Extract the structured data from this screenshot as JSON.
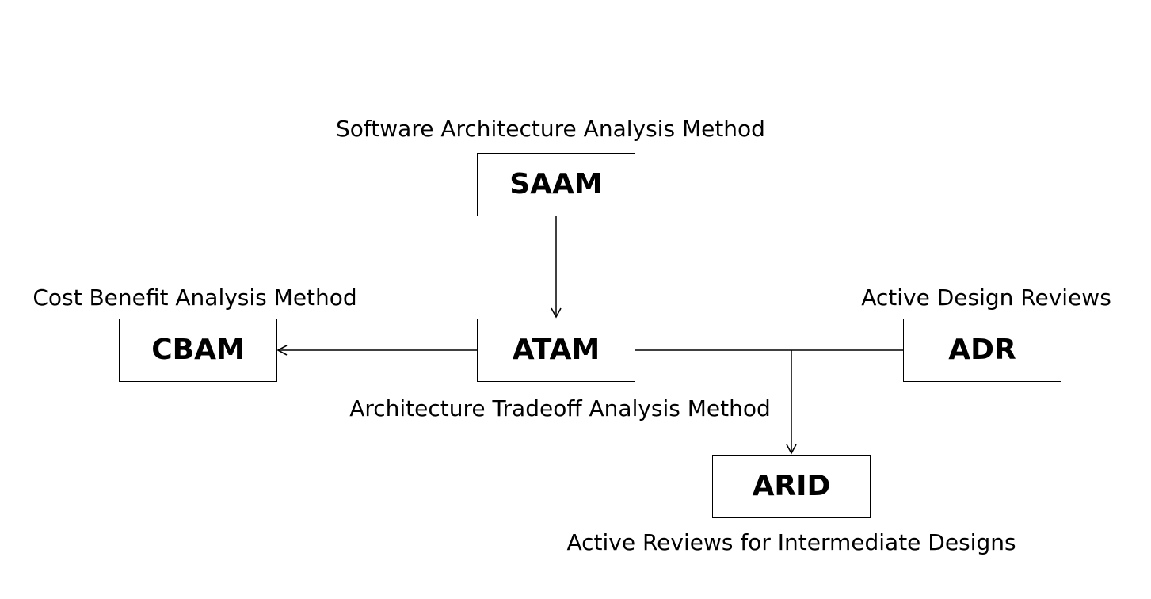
{
  "nodes": {
    "saam": {
      "label": "SAAM",
      "caption": "Software Architecture Analysis Method"
    },
    "atam": {
      "label": "ATAM",
      "caption": "Architecture Tradeoff Analysis Method"
    },
    "cbam": {
      "label": "CBAM",
      "caption": "Cost Benefit Analysis Method"
    },
    "adr": {
      "label": "ADR",
      "caption": "Active Design Reviews"
    },
    "arid": {
      "label": "ARID",
      "caption": "Active Reviews for Intermediate Designs"
    }
  },
  "edges": [
    {
      "from": "SAAM",
      "to": "ATAM",
      "arrow": true
    },
    {
      "from": "ATAM",
      "to": "CBAM",
      "arrow": true
    },
    {
      "from": "ATAM",
      "to": "ARID",
      "arrow": true
    },
    {
      "from": "ADR",
      "to": "ARID",
      "arrow": true
    }
  ],
  "colors": {
    "line": "#000000",
    "background": "#ffffff"
  }
}
